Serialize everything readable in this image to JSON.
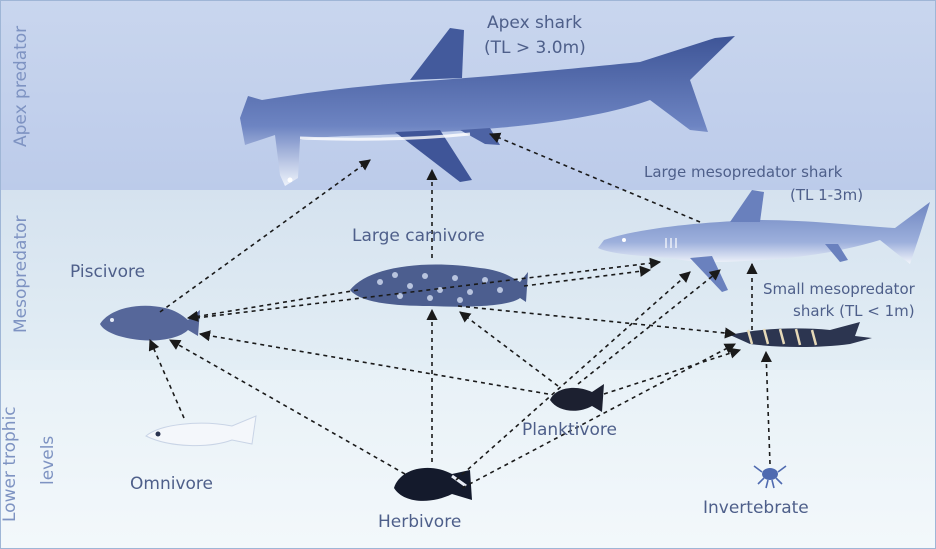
{
  "levels": {
    "apex": "Apex predator",
    "meso": "Mesopredator",
    "lower_line1": "Lower trophic",
    "lower_line2": "levels"
  },
  "nodes": {
    "apex_shark": {
      "line1": "Apex shark",
      "line2": "(TL > 3.0m)"
    },
    "large_meso": {
      "line1": "Large mesopredator shark",
      "line2": "(TL 1-3m)"
    },
    "small_meso": {
      "line1": "Small mesopredator",
      "line2": "shark (TL < 1m)"
    },
    "large_carnivore": "Large carnivore",
    "piscivore": "Piscivore",
    "planktivore": "Planktivore",
    "omnivore": "Omnivore",
    "herbivore": "Herbivore",
    "invertebrate": "Invertebrate"
  },
  "colors": {
    "shark": "#5267a6",
    "fish": "#3b4a78",
    "arrow": "#1a1a1a",
    "label": "#4e5f8a",
    "level_label": "#7e93c2"
  }
}
